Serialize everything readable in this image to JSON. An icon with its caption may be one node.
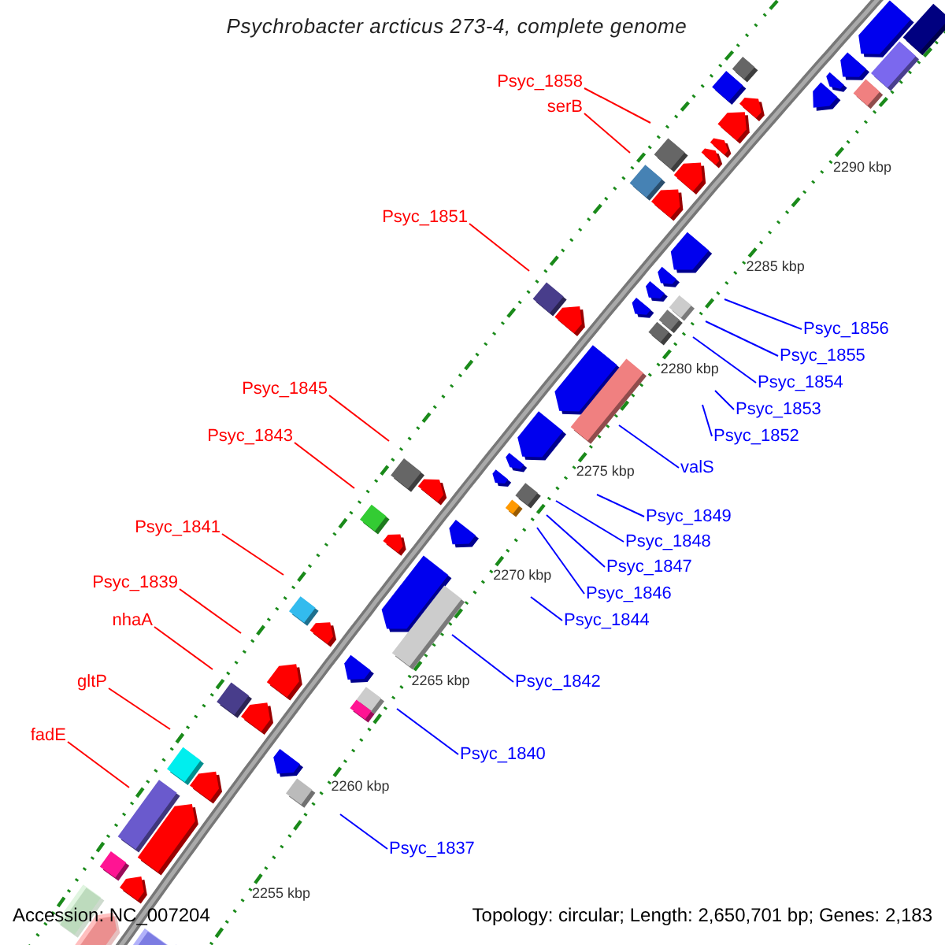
{
  "diagram": {
    "title": "Psychrobacter arcticus 273-4, complete genome",
    "nodes": [
      {
        "text": [
          "Psyc_1858"
        ]
      },
      {
        "text": [
          "serB"
        ]
      },
      {
        "text": [
          "Psyc_1851"
        ]
      },
      {
        "text": [
          "Psyc_1856"
        ]
      },
      {
        "text": [
          "Psyc_1855"
        ]
      },
      {
        "text": [
          "Psyc_1854"
        ]
      },
      {
        "text": [
          "Psyc_1845"
        ]
      },
      {
        "text": [
          "Psyc_1853"
        ]
      },
      {
        "text": [
          "Psyc_1852"
        ]
      },
      {
        "text": [
          "Psyc_1843"
        ]
      },
      {
        "text": [
          "valS"
        ]
      },
      {
        "text": [
          "Psyc_1849"
        ]
      },
      {
        "text": [
          "Psyc_1841"
        ]
      },
      {
        "text": [
          "Psyc_1848"
        ]
      },
      {
        "text": [
          "Psyc_1847"
        ]
      },
      {
        "text": [
          "Psyc_1839"
        ]
      },
      {
        "text": [
          "Psyc_1846"
        ]
      },
      {
        "text": [
          "nhaA"
        ]
      },
      {
        "text": [
          "Psyc_1844"
        ]
      },
      {
        "text": [
          "gltP"
        ]
      },
      {
        "text": [
          "Psyc_1842"
        ]
      },
      {
        "text": [
          "fadE"
        ]
      },
      {
        "text": [
          "Psyc_1840"
        ]
      },
      {
        "text": [
          "Psyc_1837"
        ]
      }
    ],
    "edges": [
      {
        "from": 0,
        "to": null,
        "arrow": "none",
        "color": "#ff0000"
      },
      {
        "from": 1,
        "to": null,
        "arrow": "none",
        "color": "#ff0000"
      },
      {
        "from": 2,
        "to": null,
        "arrow": "none",
        "color": "#ff0000"
      },
      {
        "from": 3,
        "to": null,
        "arrow": "none"
      },
      {
        "from": 4,
        "to": null,
        "arrow": "none"
      },
      {
        "from": 5,
        "to": null,
        "arrow": "none"
      },
      {
        "from": 6,
        "to": null,
        "arrow": "none",
        "color": "#ff0000"
      },
      {
        "from": 7,
        "to": null,
        "arrow": "none"
      },
      {
        "from": 8,
        "to": null,
        "arrow": "none"
      },
      {
        "from": 9,
        "to": null,
        "arrow": "none",
        "color": "#ff0000"
      },
      {
        "from": 10,
        "to": null,
        "arrow": "none"
      },
      {
        "from": 11,
        "to": null,
        "arrow": "none"
      },
      {
        "from": 12,
        "to": null,
        "arrow": "none",
        "color": "#ff0000"
      },
      {
        "from": 13,
        "to": null,
        "arrow": "none"
      },
      {
        "from": 14,
        "to": null,
        "arrow": "none"
      },
      {
        "from": 15,
        "to": null,
        "arrow": "none",
        "color": "#ff0000"
      },
      {
        "from": 16,
        "to": null,
        "arrow": "none"
      },
      {
        "from": 17,
        "to": null,
        "arrow": "none",
        "color": "#ff0000"
      },
      {
        "from": 18,
        "to": null,
        "arrow": "none"
      },
      {
        "from": 19,
        "to": null,
        "arrow": "none",
        "color": "#ff0000"
      },
      {
        "from": 20,
        "to": null,
        "arrow": "none"
      },
      {
        "from": 21,
        "to": null,
        "arrow": "none",
        "color": "#ff0000"
      },
      {
        "from": 22,
        "to": null,
        "arrow": "none"
      },
      {
        "from": 23,
        "to": null,
        "arrow": "none"
      }
    ],
    "labels": [
      "2290 kbp",
      "2285 kbp",
      "2280 kbp",
      "2275 kbp",
      "2270 kbp",
      "2265 kbp",
      "2260 kbp",
      "2255 kbp",
      "Accession: NC_007204",
      "Topology: circular; Length: 2,650,701 bp; Genes: 2,183"
    ]
  }
}
